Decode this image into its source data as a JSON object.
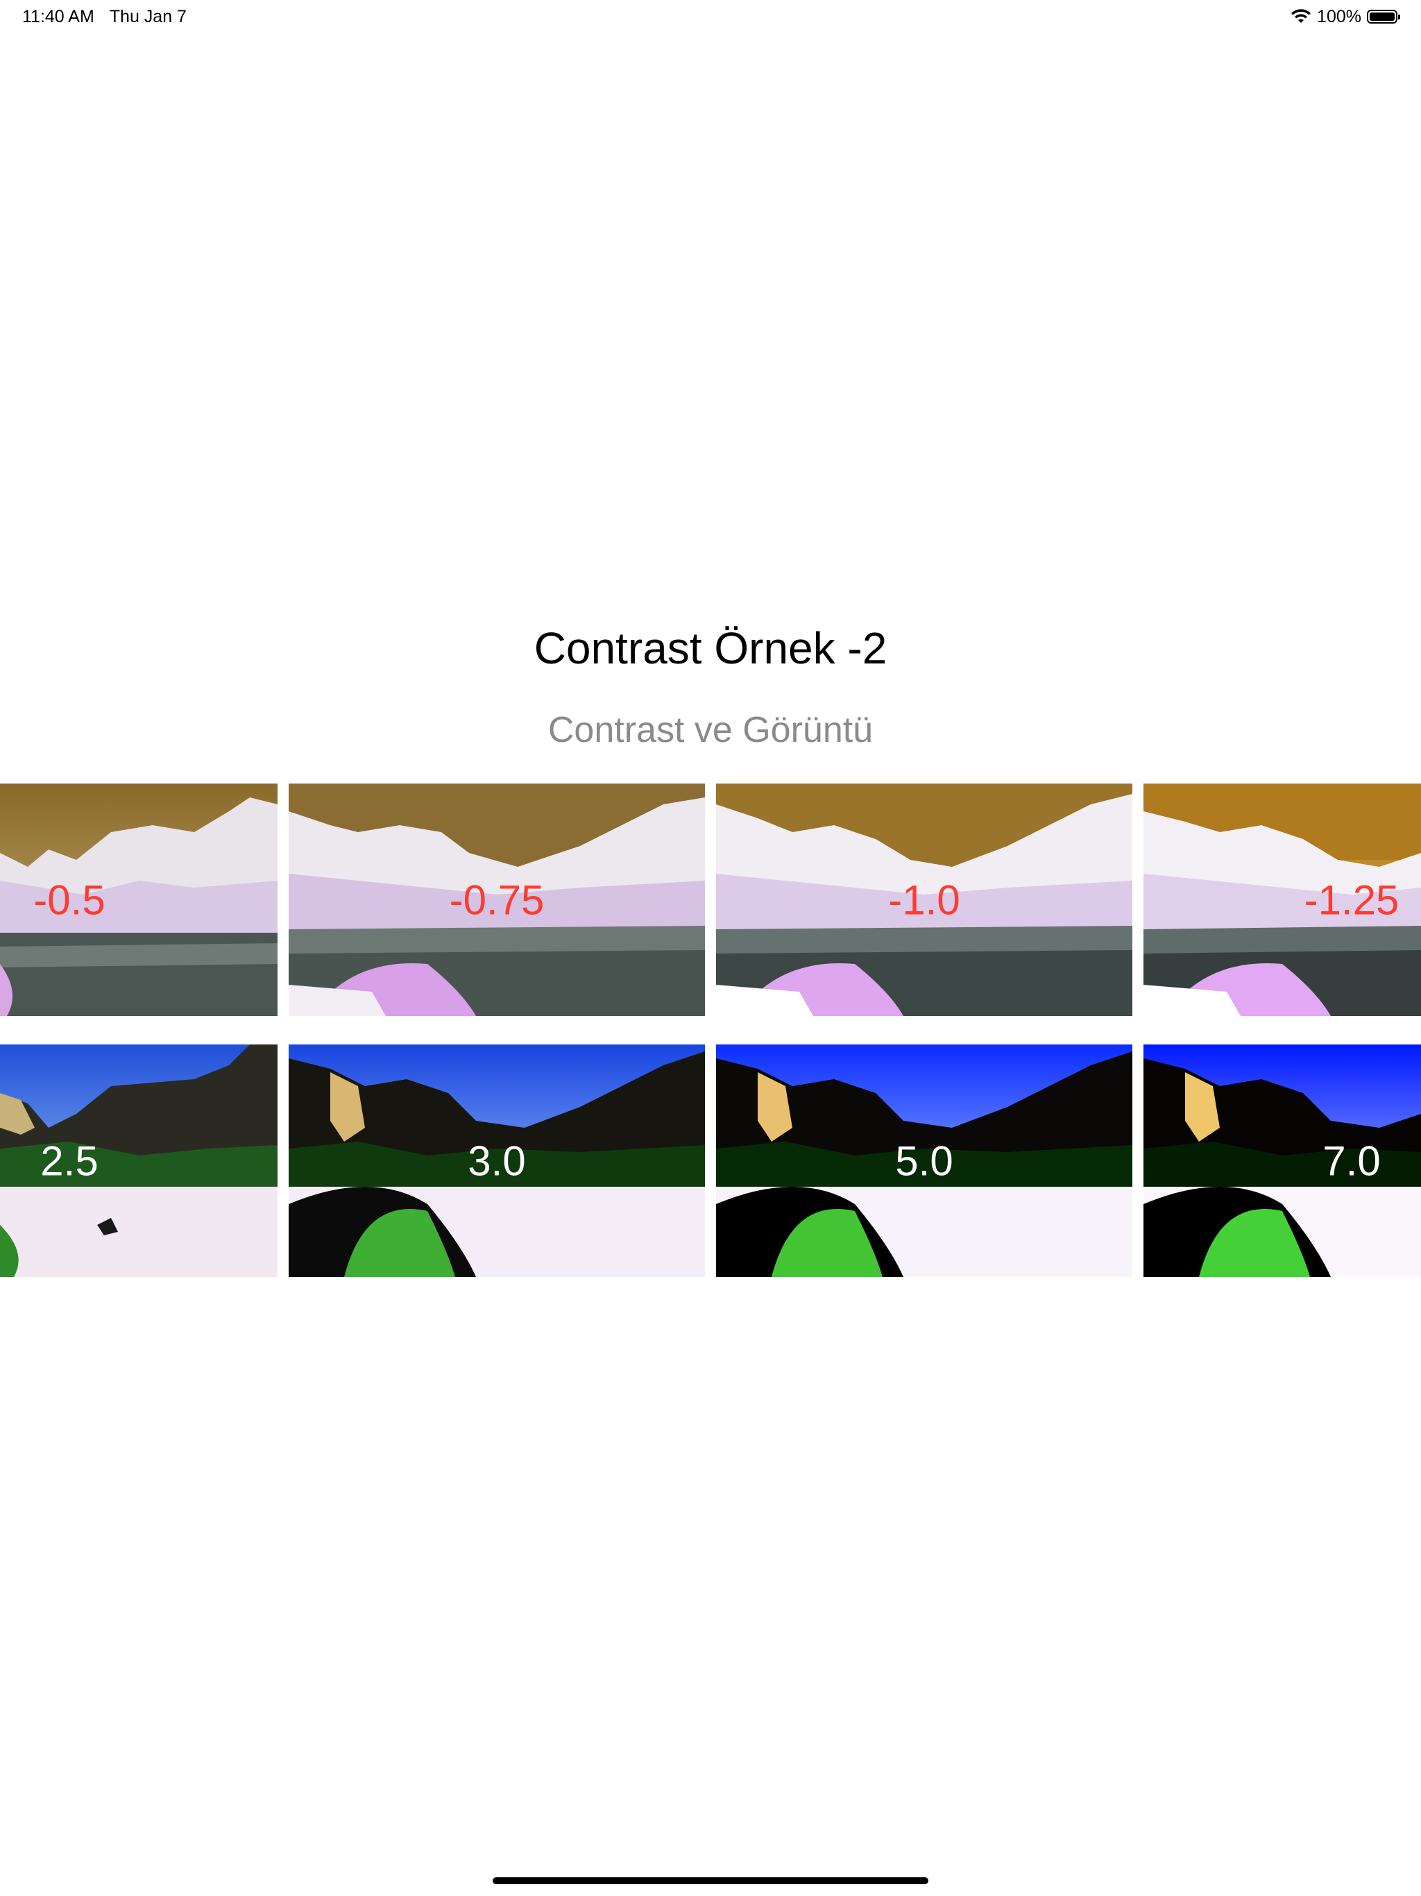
{
  "status_bar": {
    "time": "11:40 AM",
    "date": "Thu Jan 7",
    "battery": "100%"
  },
  "title": "Contrast Örnek -2",
  "subtitle": "Contrast ve Görüntü",
  "rows": {
    "negative": [
      "-0.5",
      "-0.75",
      "-1.0",
      "-1.25"
    ],
    "positive": [
      "2.5",
      "3.0",
      "5.0",
      "7.0"
    ]
  },
  "colors": {
    "negative_label": "#ff3b30",
    "positive_label": "#ffffff",
    "subtitle": "#8a8a8a"
  }
}
